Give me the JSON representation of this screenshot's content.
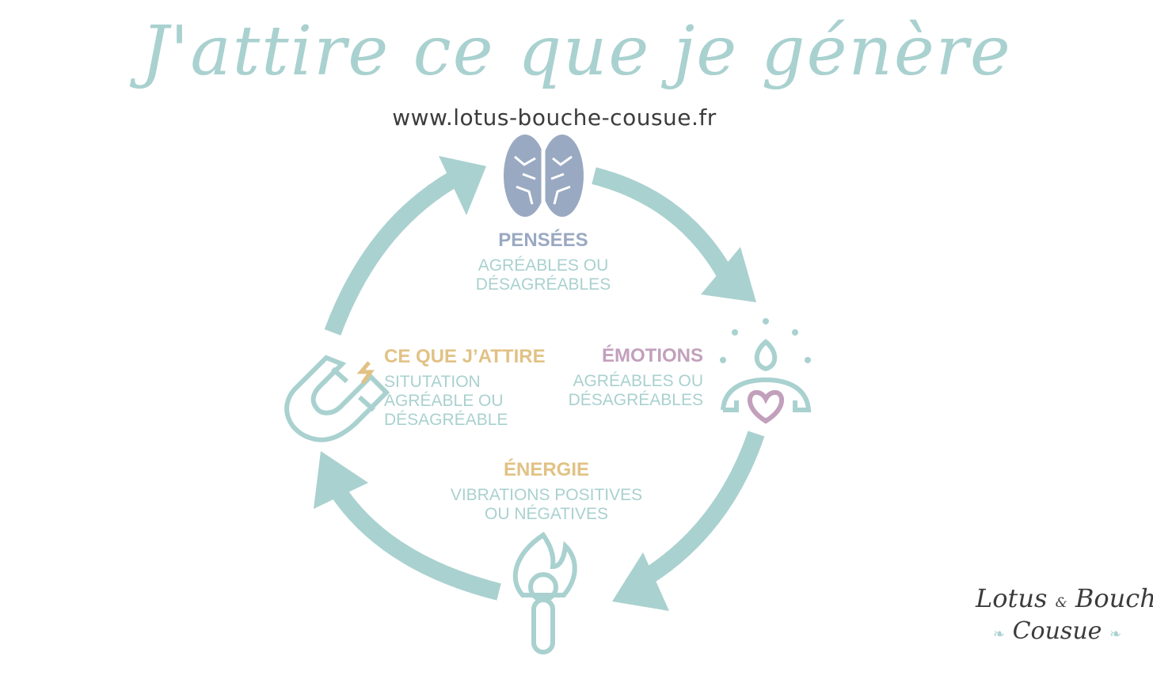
{
  "title": "J'attire ce que je génère",
  "website": "www.lotus-bouche-cousue.fr",
  "colors": {
    "teal": "#a9d1cf",
    "blue_grey": "#9aa9c2",
    "mauve": "#c2a0bc",
    "gold": "#e1c285",
    "dark_text": "#3c3c3c"
  },
  "nodes": {
    "pensees": {
      "title": "PENSÉES",
      "lines": [
        "AGRÉABLES OU",
        "DÉSAGRÉABLES"
      ],
      "icon": "brain-icon"
    },
    "emotions": {
      "title": "ÉMOTIONS",
      "lines": [
        "AGRÉABLES OU",
        "DÉSAGRÉABLES"
      ],
      "icon": "person-heart-icon"
    },
    "energie": {
      "title": "ÉNERGIE",
      "lines": [
        "VIBRATIONS POSITIVES",
        "OU NÉGATIVES"
      ],
      "icon": "match-flame-icon"
    },
    "attire": {
      "title": "CE QUE J’ATTIRE",
      "lines": [
        "SITUTATION",
        "AGRÉABLE OU",
        "DÉSAGRÉABLE"
      ],
      "icon": "magnet-icon"
    }
  },
  "logo": {
    "word1": "Lotus",
    "amp": "&",
    "word2": "Bouche",
    "word3": "Cousue"
  }
}
